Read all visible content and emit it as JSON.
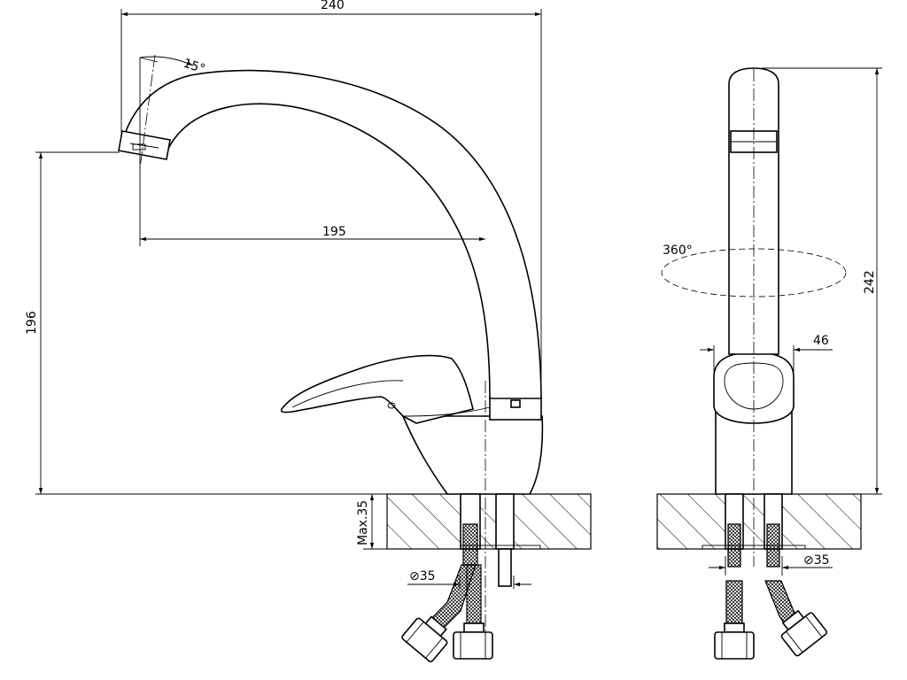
{
  "drawing": {
    "side_view": {
      "dim_width": "240",
      "dim_reach": "195",
      "dim_height": "196",
      "dim_angle": "15°",
      "dim_max_thickness": "Max.35",
      "dim_hole": "⊘35"
    },
    "front_view": {
      "dim_height": "242",
      "dim_body_width": "46",
      "dim_rotation": "360°",
      "dim_hole": "⊘35"
    }
  }
}
